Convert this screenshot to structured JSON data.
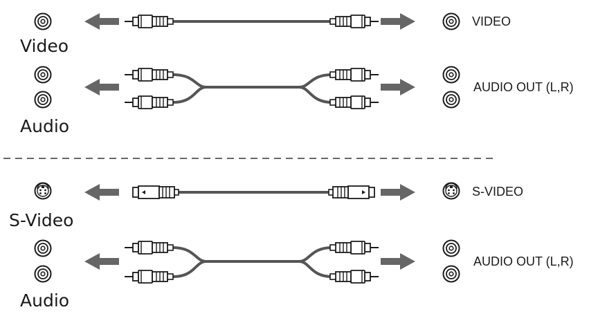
{
  "video_section": {
    "composite": {
      "port_label": "Video",
      "output_label": "VIDEO"
    },
    "audio": {
      "port_label": "Audio",
      "output_label": "AUDIO OUT (L,R)"
    }
  },
  "svideo_section": {
    "svideo": {
      "port_label": "S-Video",
      "output_label": "S-VIDEO"
    },
    "audio": {
      "port_label": "Audio",
      "output_label": "AUDIO OUT (L,R)"
    }
  },
  "colors": {
    "line": "#1a1a1a",
    "cable": "#555555",
    "arrow": "#666666",
    "divider": "#333333"
  },
  "icons": [
    "rca-jack-icon",
    "svideo-jack-icon",
    "left-arrow-icon",
    "right-arrow-icon",
    "rca-plug-icon",
    "svideo-plug-icon"
  ]
}
